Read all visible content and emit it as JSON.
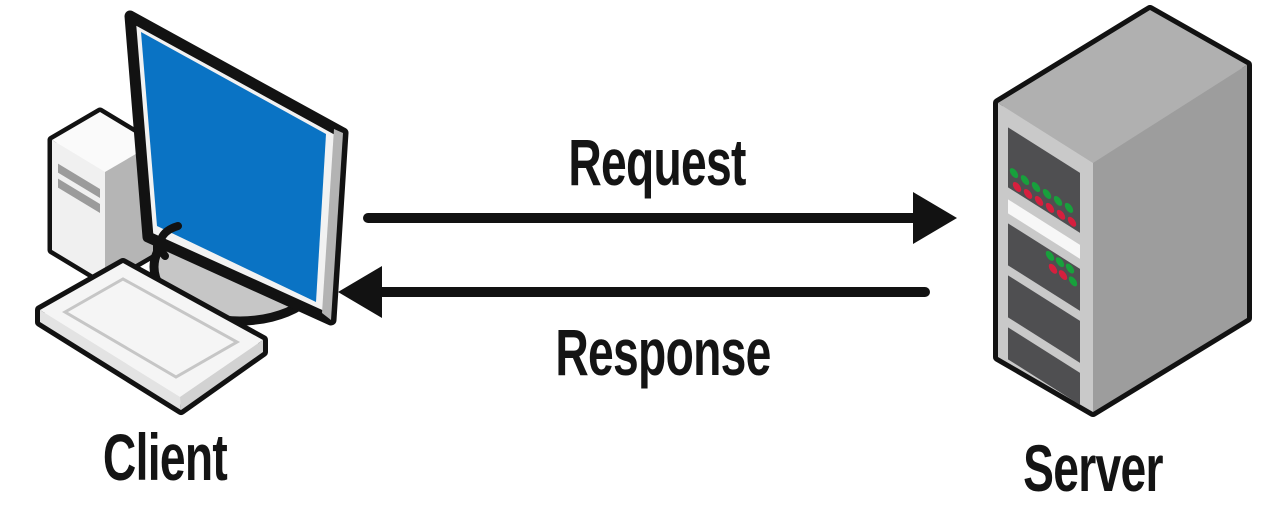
{
  "diagram": {
    "type": "client-server-architecture",
    "nodes": {
      "client": {
        "label": "Client",
        "icon": "desktop-computer-icon"
      },
      "server": {
        "label": "Server",
        "icon": "server-tower-icon"
      }
    },
    "flows": {
      "request": {
        "label": "Request",
        "direction": "client-to-server"
      },
      "response": {
        "label": "Response",
        "direction": "server-to-client"
      }
    },
    "colors": {
      "screen_blue": "#0a73c4",
      "outline_black": "#121212",
      "led_green": "#18a03c",
      "led_red": "#d61f3e",
      "arrow_black": "#121212"
    }
  }
}
